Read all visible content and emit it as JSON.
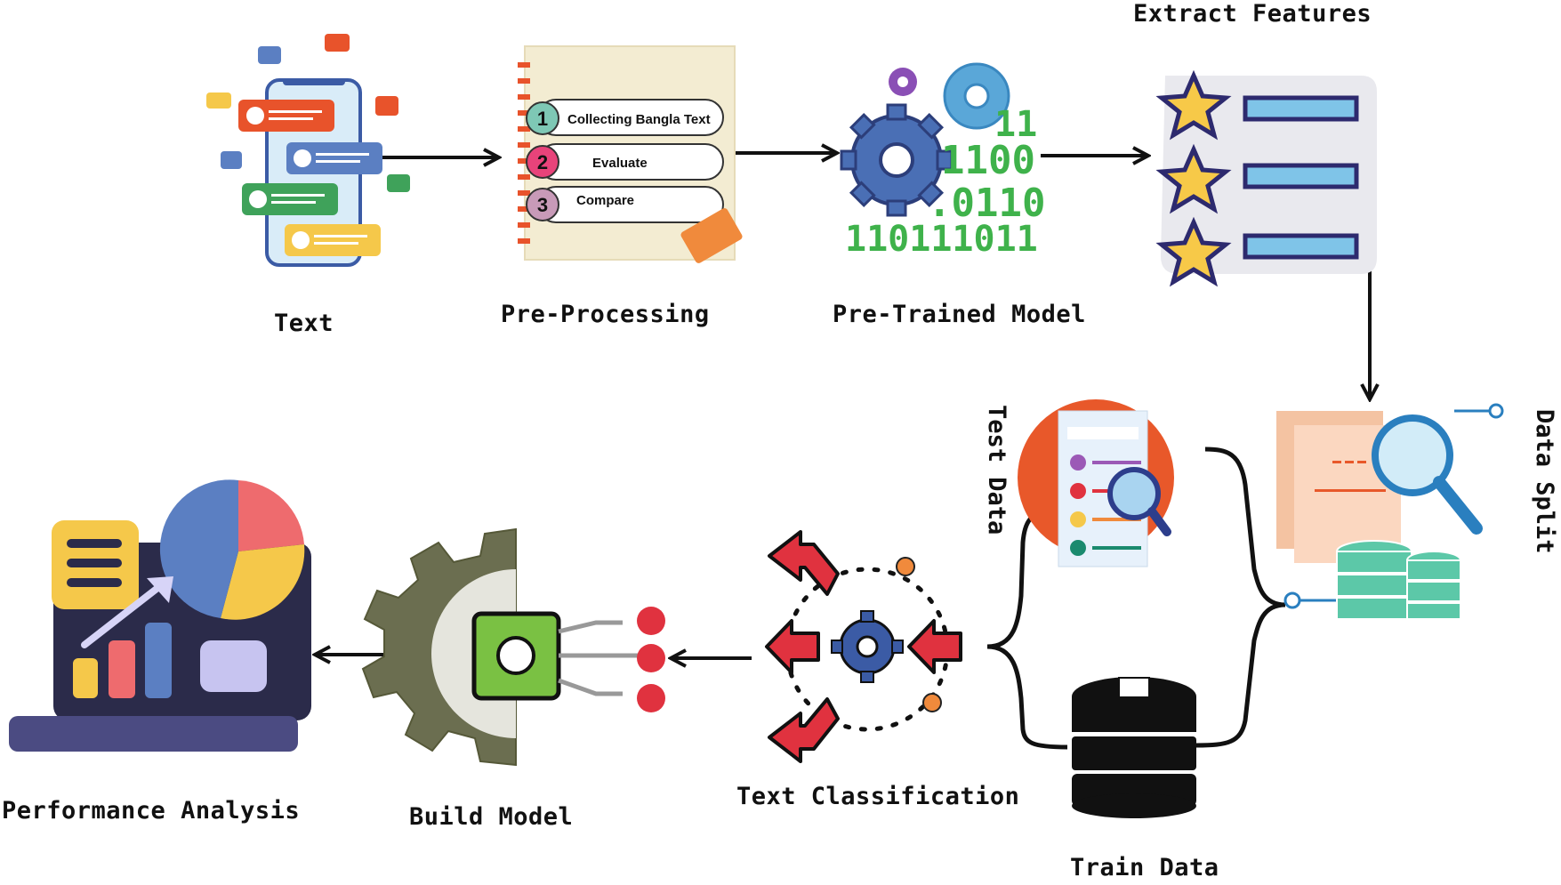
{
  "nodes": {
    "text": {
      "label": "Text"
    },
    "preprocessing": {
      "label": "Pre-Processing",
      "steps": [
        {
          "num": "1",
          "text": "Collecting Bangla Text"
        },
        {
          "num": "2",
          "text": "Evaluate"
        },
        {
          "num": "3",
          "text": "Compare"
        }
      ]
    },
    "pretrained": {
      "label": "Pre-Trained Model",
      "binary": [
        "1100",
        ".0110",
        "110111011"
      ],
      "binary_top": "11"
    },
    "features": {
      "label": "Extract Features"
    },
    "datasplit": {
      "label": "Data Split"
    },
    "testdata": {
      "label": "Test Data"
    },
    "traindata": {
      "label": "Train Data"
    },
    "classification": {
      "label": "Text Classification"
    },
    "buildmodel": {
      "label": "Build Model"
    },
    "performance": {
      "label": "Performance Analysis"
    }
  },
  "colors": {
    "arrow": "#111111",
    "gear_blue": "#4a6fb5",
    "binary_green": "#3fb24b",
    "star_yellow": "#f7c948",
    "bar_blue": "#7fc4e8",
    "orange": "#e8582a",
    "red": "#e0323f",
    "teal": "#5cc8a8",
    "chip_green": "#7ac143",
    "gear_olive": "#6b6e50",
    "laptop_purple": "#4b4b82"
  }
}
